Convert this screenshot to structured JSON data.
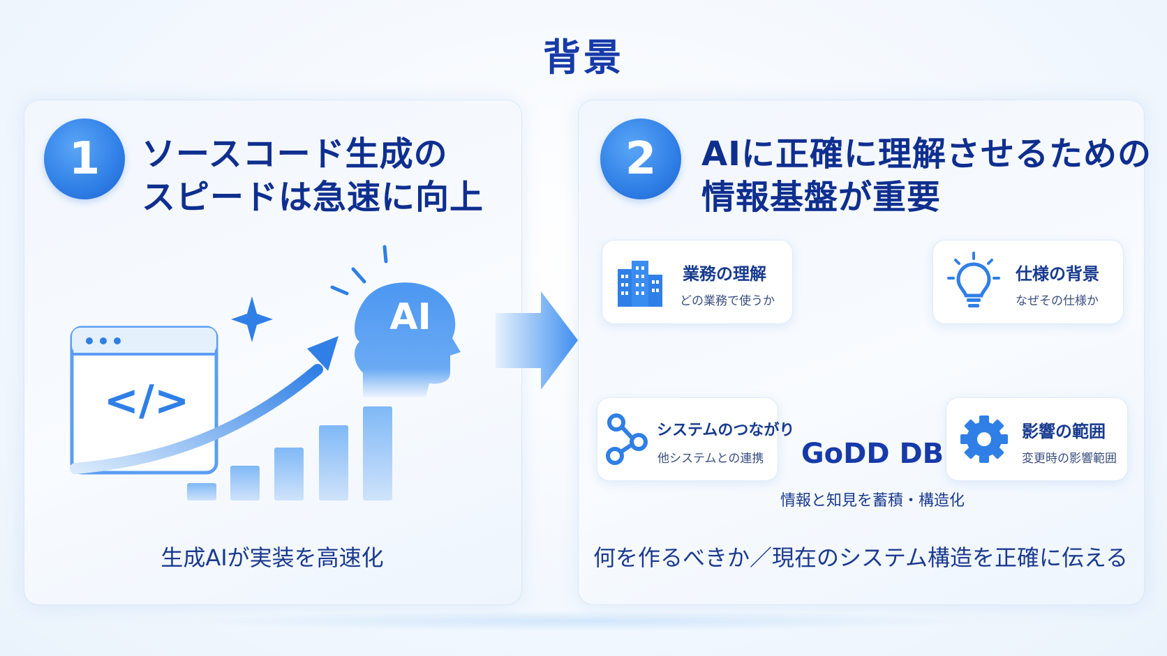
{
  "title": "背景",
  "panel1": {
    "number": "1",
    "heading": "ソースコード生成の\nスピードは急速に向上",
    "ai_label": "AI",
    "code_label": "</>",
    "caption": "生成AIが実装を高速化"
  },
  "panel2": {
    "number": "2",
    "heading": "AIに正確に理解させるための\n情報基盤が重要",
    "cards": [
      {
        "title": "業務の理解",
        "subtitle": "どの業務で使うか",
        "icon": "building-icon"
      },
      {
        "title": "仕様の背景",
        "subtitle": "なぜその仕様か",
        "icon": "lightbulb-icon"
      },
      {
        "title": "システムのつながり",
        "subtitle": "他システムとの連携",
        "icon": "network-icon"
      },
      {
        "title": "影響の範囲",
        "subtitle": "変更時の影響範囲",
        "icon": "gear-icon"
      }
    ],
    "db_name": "GoDD DB",
    "db_subtitle": "情報と知見を蓄積・構造化",
    "caption": "何を作るべきか／現在のシステム構造を正確に伝える"
  },
  "colors": {
    "primary": "#2f7fe6",
    "heading": "#0f2f8f",
    "title": "#173aa8"
  }
}
